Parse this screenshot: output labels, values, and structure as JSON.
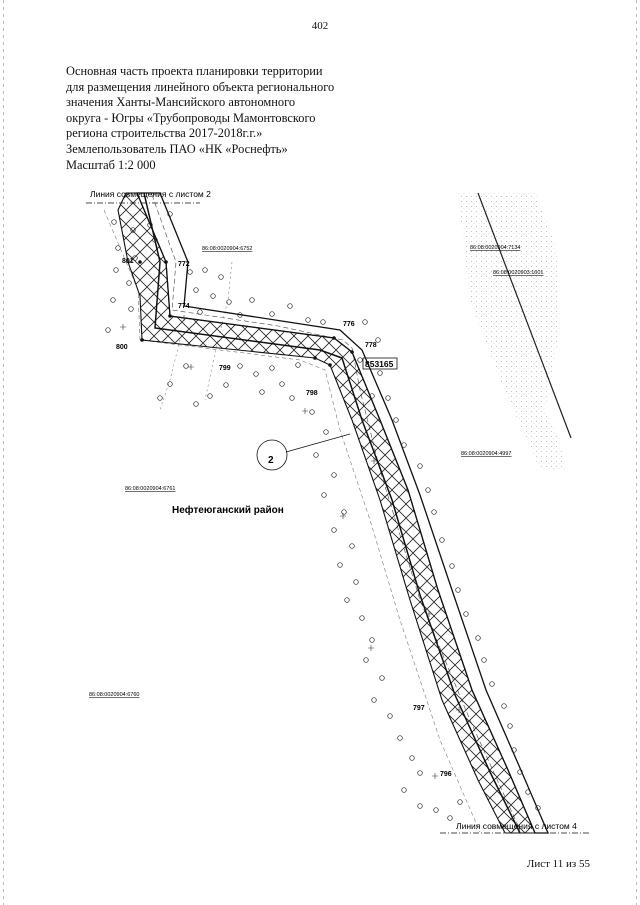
{
  "page_number": "402",
  "heading": {
    "lines": [
      "Основная часть проекта планировки территории",
      "для размещения линейного объекта регионального",
      "значения Ханты-Мансийского автономного",
      "округа - Югры «Трубопроводы Мамонтовского",
      "региона строительства 2017-2018г.г.»",
      "Землепользователь ПАО «НК «Роснефть»",
      "Масштаб 1:2 000"
    ]
  },
  "map": {
    "match_line_top": "Линия совмещения с листом 2",
    "match_line_bottom": "Линия совмещения с листом 4",
    "district": "Нефтеюганский район",
    "callout": "2",
    "parcels": [
      "86:08:0020904:6752",
      "86:08:0020904:7134",
      "86:08:0020903:1601",
      "86:08:0020904:4997",
      "86:08:0020904:6761",
      "86:08:0020904:6760"
    ],
    "points": [
      "772",
      "774",
      "776",
      "778",
      "799",
      "798",
      "800",
      "801",
      "797",
      "796"
    ],
    "highlight_label": "853165"
  },
  "footer": {
    "sheet": "Лист 11 из 55"
  }
}
